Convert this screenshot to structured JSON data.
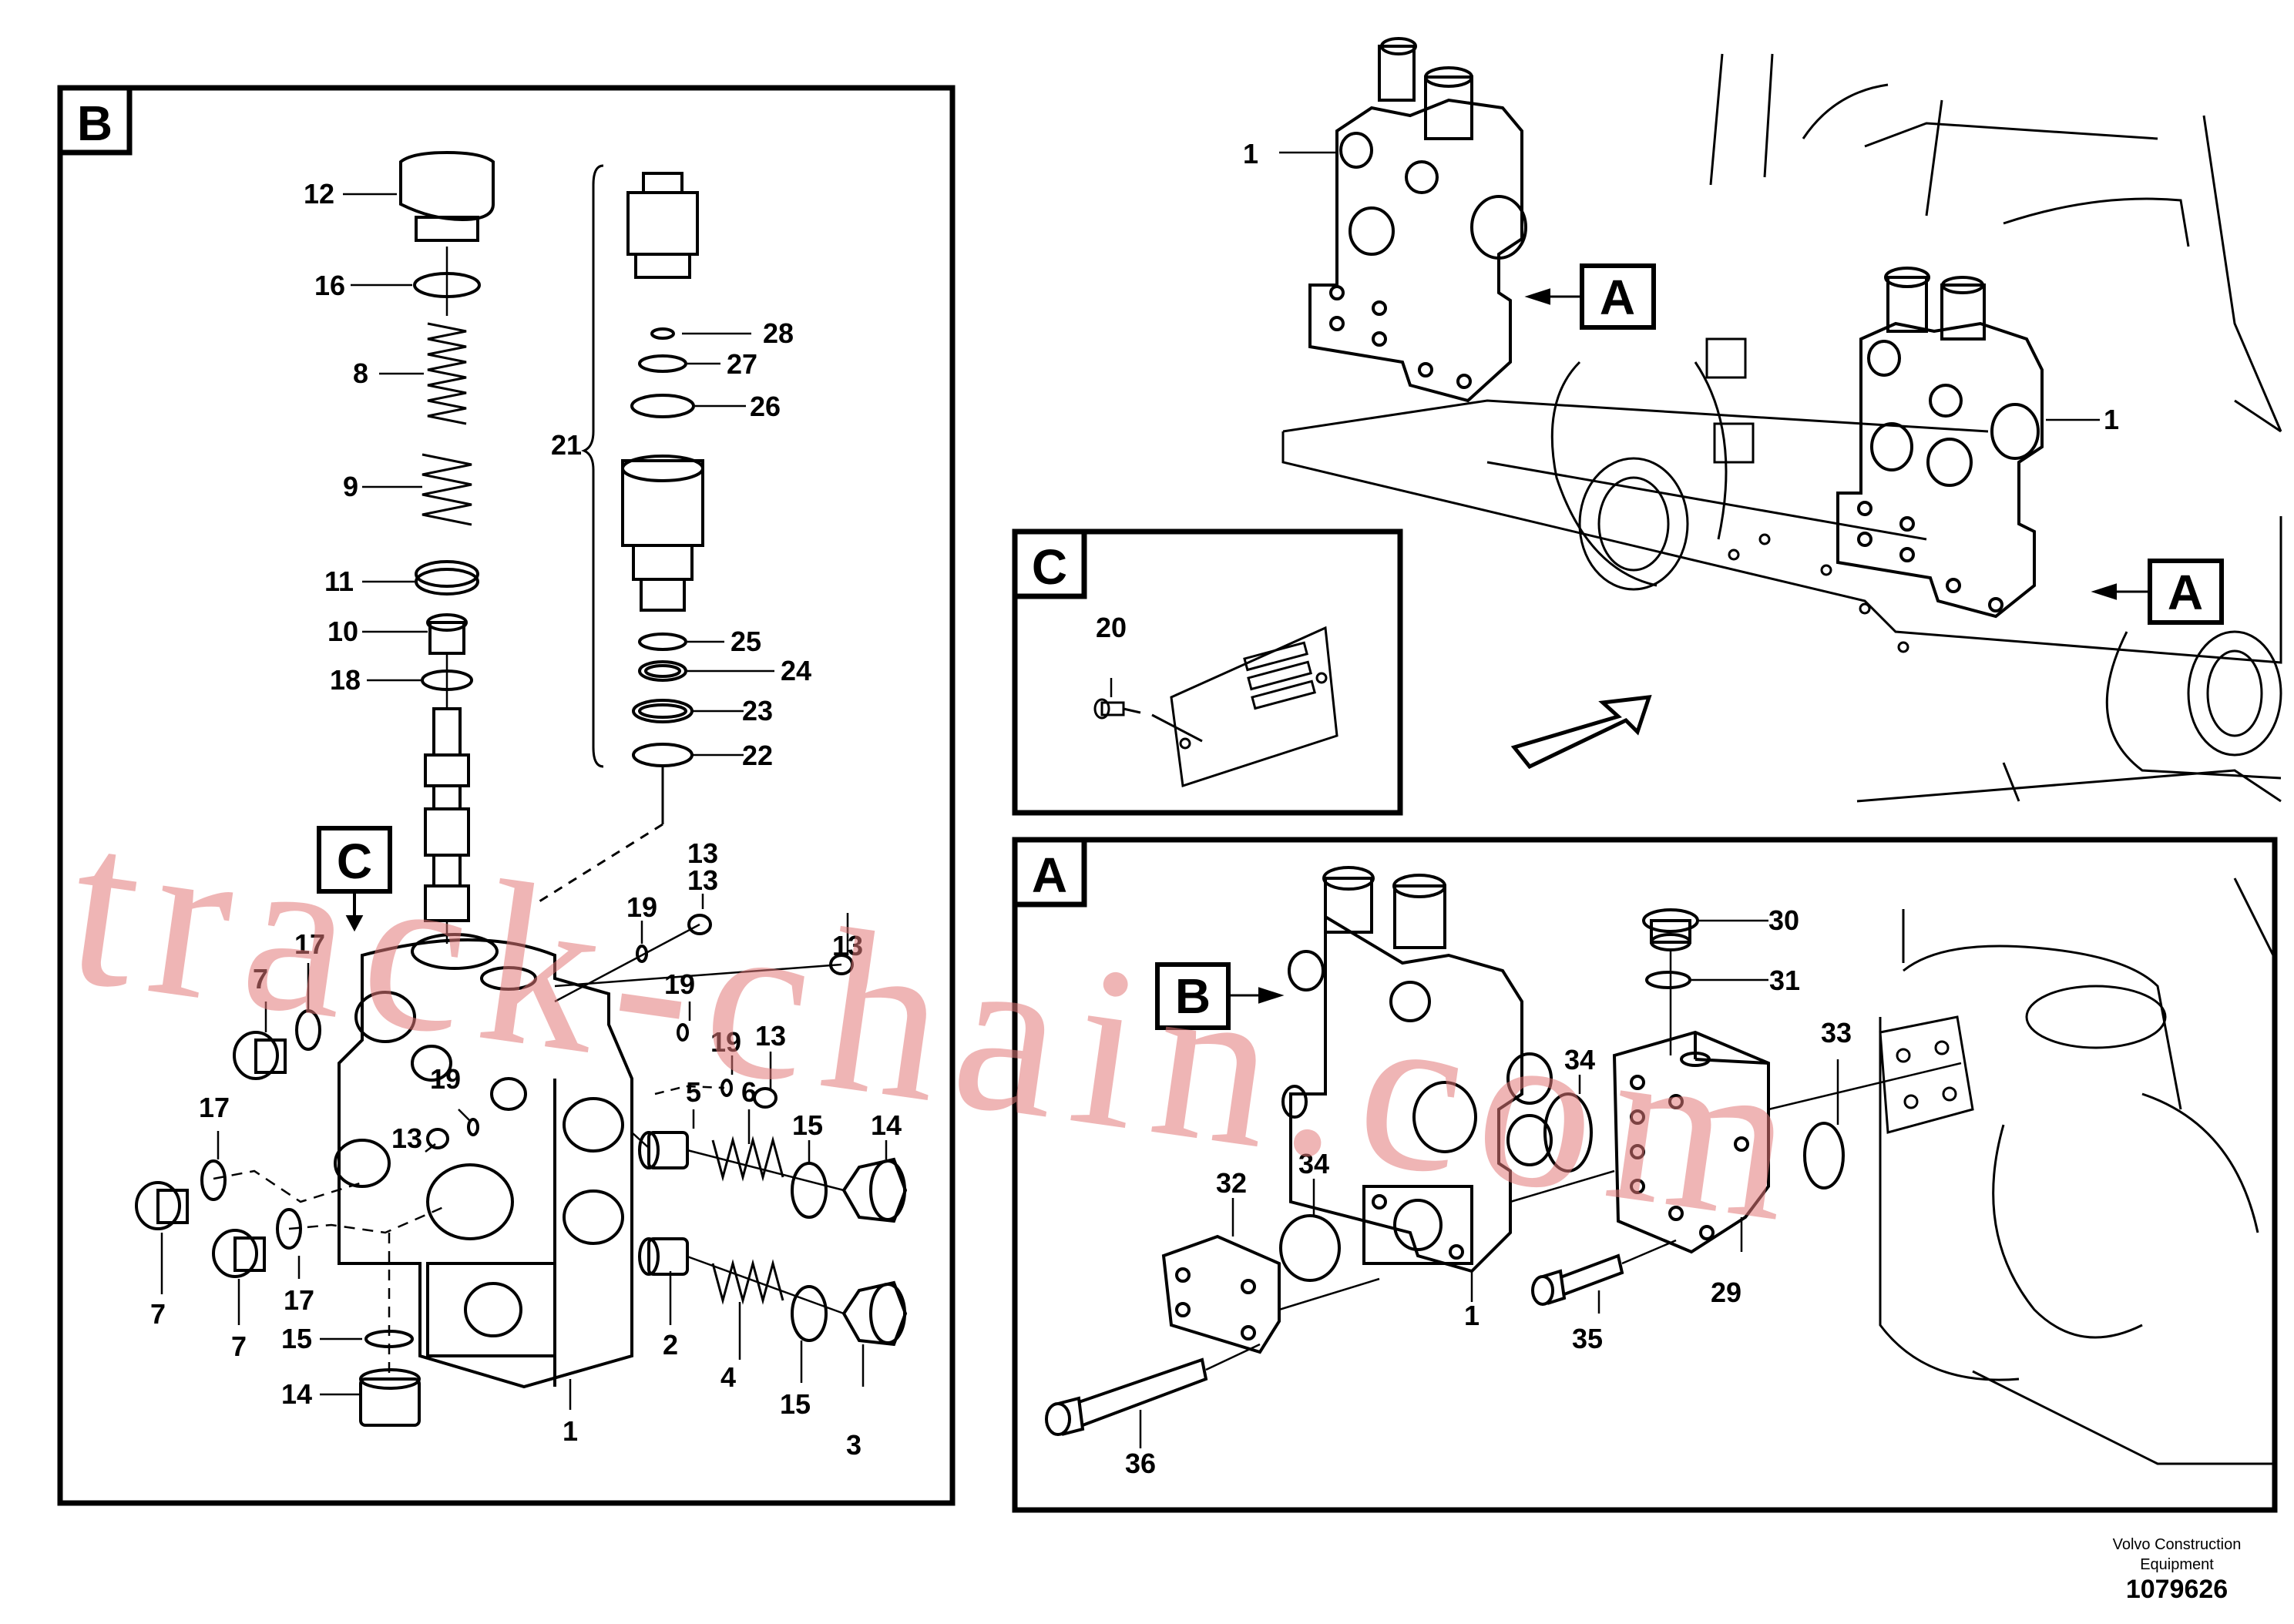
{
  "views": {
    "B": "B",
    "C": "C",
    "A": "A"
  },
  "callouts": {
    "B": [
      "12",
      "16",
      "8",
      "9",
      "11",
      "10",
      "18",
      "7",
      "17",
      "17",
      "7",
      "17",
      "7",
      "15",
      "14",
      "1",
      "13",
      "13",
      "13",
      "13",
      "13",
      "19",
      "19",
      "19",
      "19",
      "5",
      "6",
      "15",
      "14",
      "2",
      "4",
      "15",
      "3",
      "21",
      "28",
      "27",
      "26",
      "25",
      "24",
      "23",
      "22"
    ],
    "overview": [
      "1",
      "1"
    ],
    "C": [
      "20"
    ],
    "A": [
      "30",
      "31",
      "33",
      "34",
      "34",
      "32",
      "1",
      "29",
      "35",
      "36"
    ]
  },
  "marker_labels": {
    "overview_A_top": "A",
    "overview_A_right": "A",
    "B_panel_C": "C",
    "A_panel_B": "B"
  },
  "footer": {
    "company": "Volvo Construction Equipment",
    "number": "1079626"
  },
  "watermark": "track-chain.com"
}
